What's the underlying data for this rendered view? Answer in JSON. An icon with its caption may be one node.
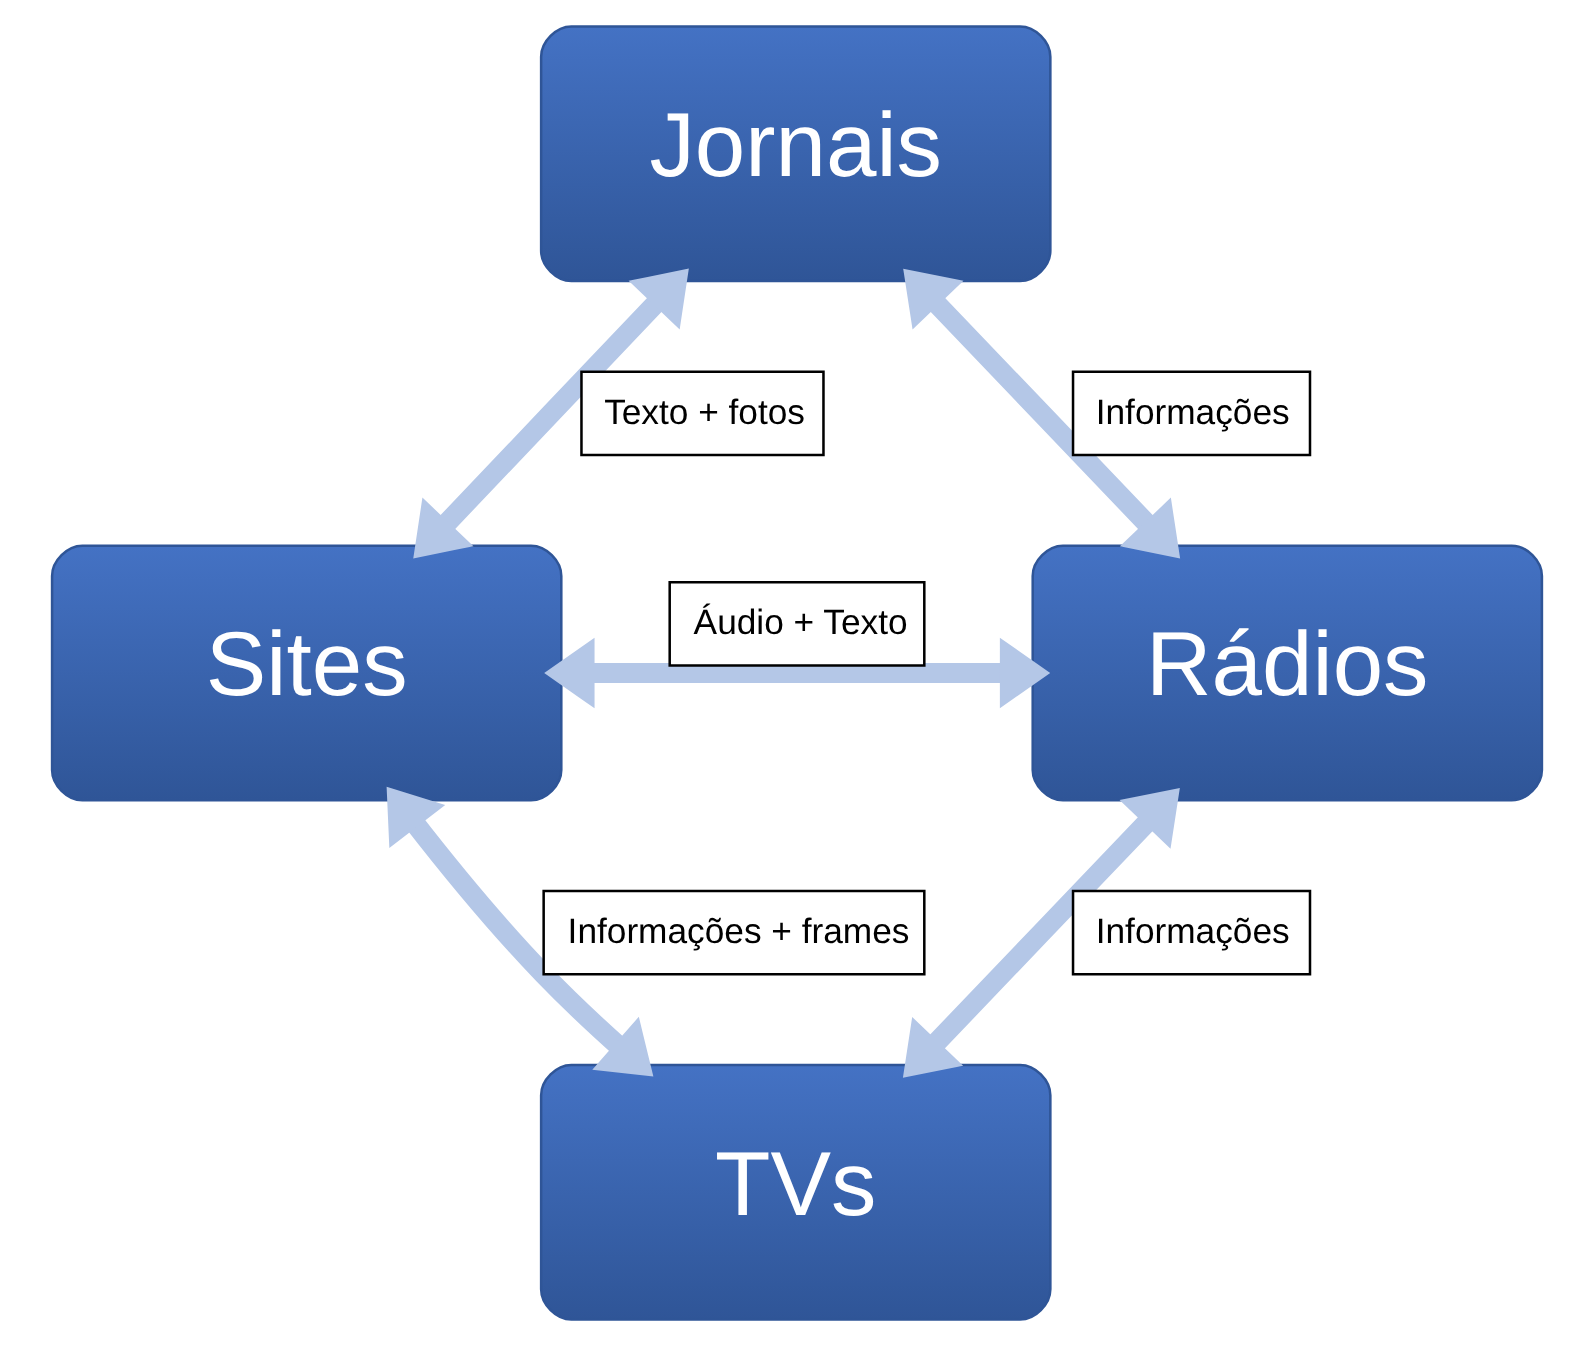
{
  "diagram": {
    "nodes": [
      {
        "text": [
          "Jornais"
        ]
      },
      {
        "text": [
          "Sites"
        ]
      },
      {
        "text": [
          "Rádios"
        ]
      },
      {
        "text": [
          "TVs"
        ]
      }
    ],
    "edges": [
      {
        "from": 0,
        "to": 1,
        "arrow": "both",
        "label": "Texto + fotos"
      },
      {
        "from": 0,
        "to": 2,
        "arrow": "both",
        "label": "Informações"
      },
      {
        "from": 1,
        "to": 2,
        "arrow": "both",
        "label": "Áudio + Texto"
      },
      {
        "from": 1,
        "to": 3,
        "arrow": "both",
        "label": "Informações + frames"
      },
      {
        "from": 2,
        "to": 3,
        "arrow": "both",
        "label": "Informações"
      }
    ]
  }
}
